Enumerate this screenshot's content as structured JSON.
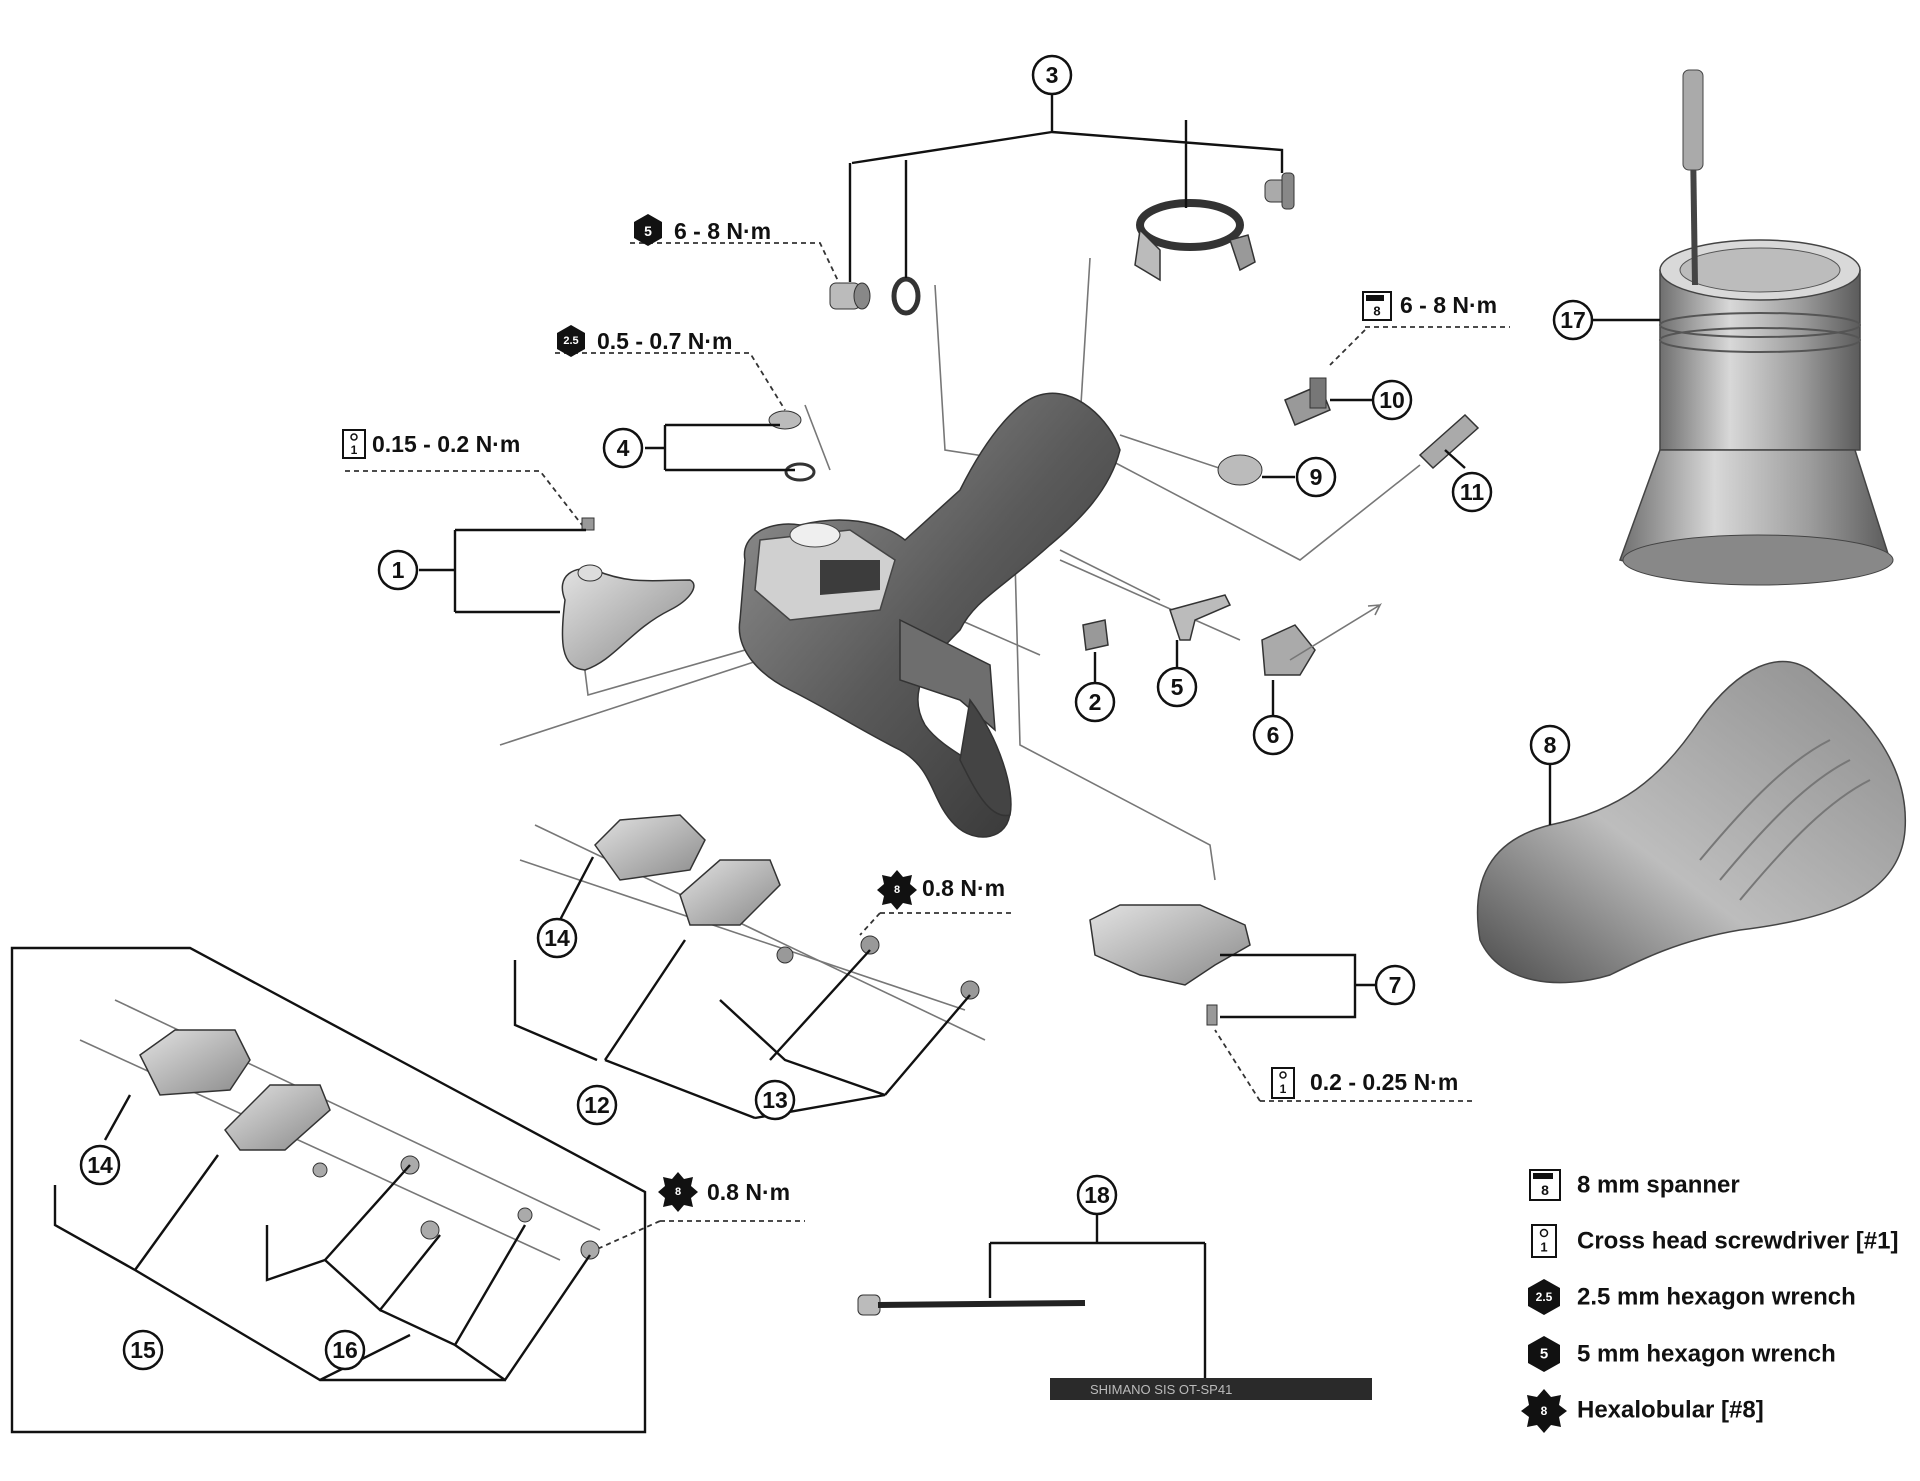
{
  "callouts": [
    "1",
    "2",
    "3",
    "4",
    "5",
    "6",
    "7",
    "8",
    "9",
    "10",
    "11",
    "12",
    "13",
    "14",
    "15",
    "16",
    "17",
    "18"
  ],
  "torques": {
    "t_5mm": "6 - 8 N·m",
    "t_25": "0.5 - 0.7 N·m",
    "t_cross1": "0.15 - 0.2 N·m",
    "t_spanner": "6 - 8 N·m",
    "t_hexa1": "0.8 N·m",
    "t_hexa2": "0.8 N·m",
    "t_cross2": "0.2 - 0.25 N·m"
  },
  "tool_icons": {
    "hex5": "5",
    "hex25": "2.5",
    "hexalobular": "8",
    "spanner": "8",
    "screwdriver": "1"
  },
  "legend": [
    {
      "icon": "spanner-icon",
      "text": "8 mm spanner"
    },
    {
      "icon": "screwdriver-icon",
      "text": "Cross head screwdriver [#1]"
    },
    {
      "icon": "hex-wrench-2-5-icon",
      "text": "2.5 mm hexagon wrench"
    },
    {
      "icon": "hex-wrench-5-icon",
      "text": "5 mm hexagon wrench"
    },
    {
      "icon": "hexalobular-icon",
      "text": "Hexalobular [#8]"
    }
  ],
  "cable_text": "SHIMANO SIS OT-SP41"
}
